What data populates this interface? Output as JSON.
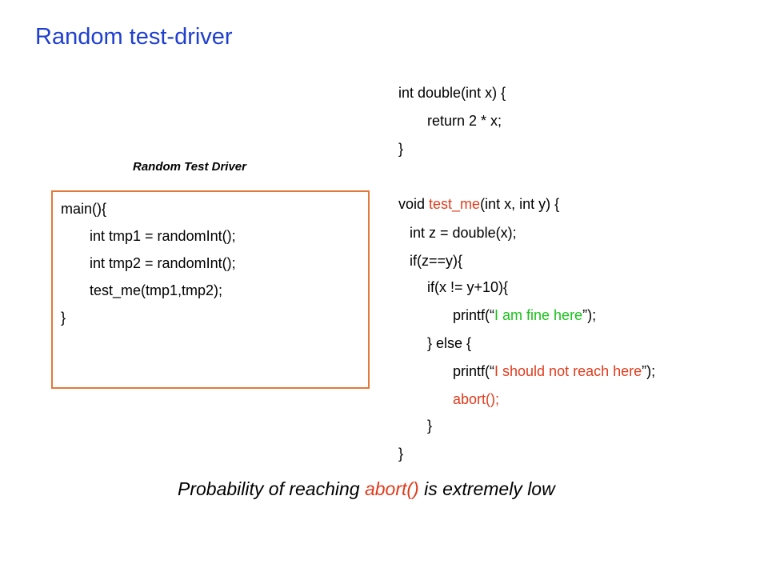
{
  "slide": {
    "title": "Random test-driver",
    "driver_label": "Random Test Driver",
    "colors": {
      "title": "#1f3fcf",
      "box_border": "#e2783a",
      "red": "#e03b1c",
      "green": "#18c21a"
    }
  },
  "driver_code": [
    "main(){",
    "int tmp1 = randomInt();",
    "int tmp2 = randomInt();",
    "test_me(tmp1,tmp2);",
    "}"
  ],
  "code": {
    "l1": "int double(int x) {",
    "l2": "return 2 * x;",
    "l3": "}",
    "l4_pre": "void ",
    "l4_fn": "test_me",
    "l4_post": "(int x, int y) {",
    "l5": "int z = double(x);",
    "l6": "if(z==y){",
    "l7": "if(x != y+10){",
    "l8_pre": "printf(“",
    "l8_str": "I am fine here",
    "l8_post": "”);",
    "l9": "} else {",
    "l10_pre": "printf(“",
    "l10_str": "I should not reach here",
    "l10_post": "”);",
    "l11": "abort();",
    "l12": "}",
    "l13": "}"
  },
  "footnote": {
    "pre": "Probability of reaching ",
    "highlight": "abort()",
    "post": " is extremely low"
  }
}
